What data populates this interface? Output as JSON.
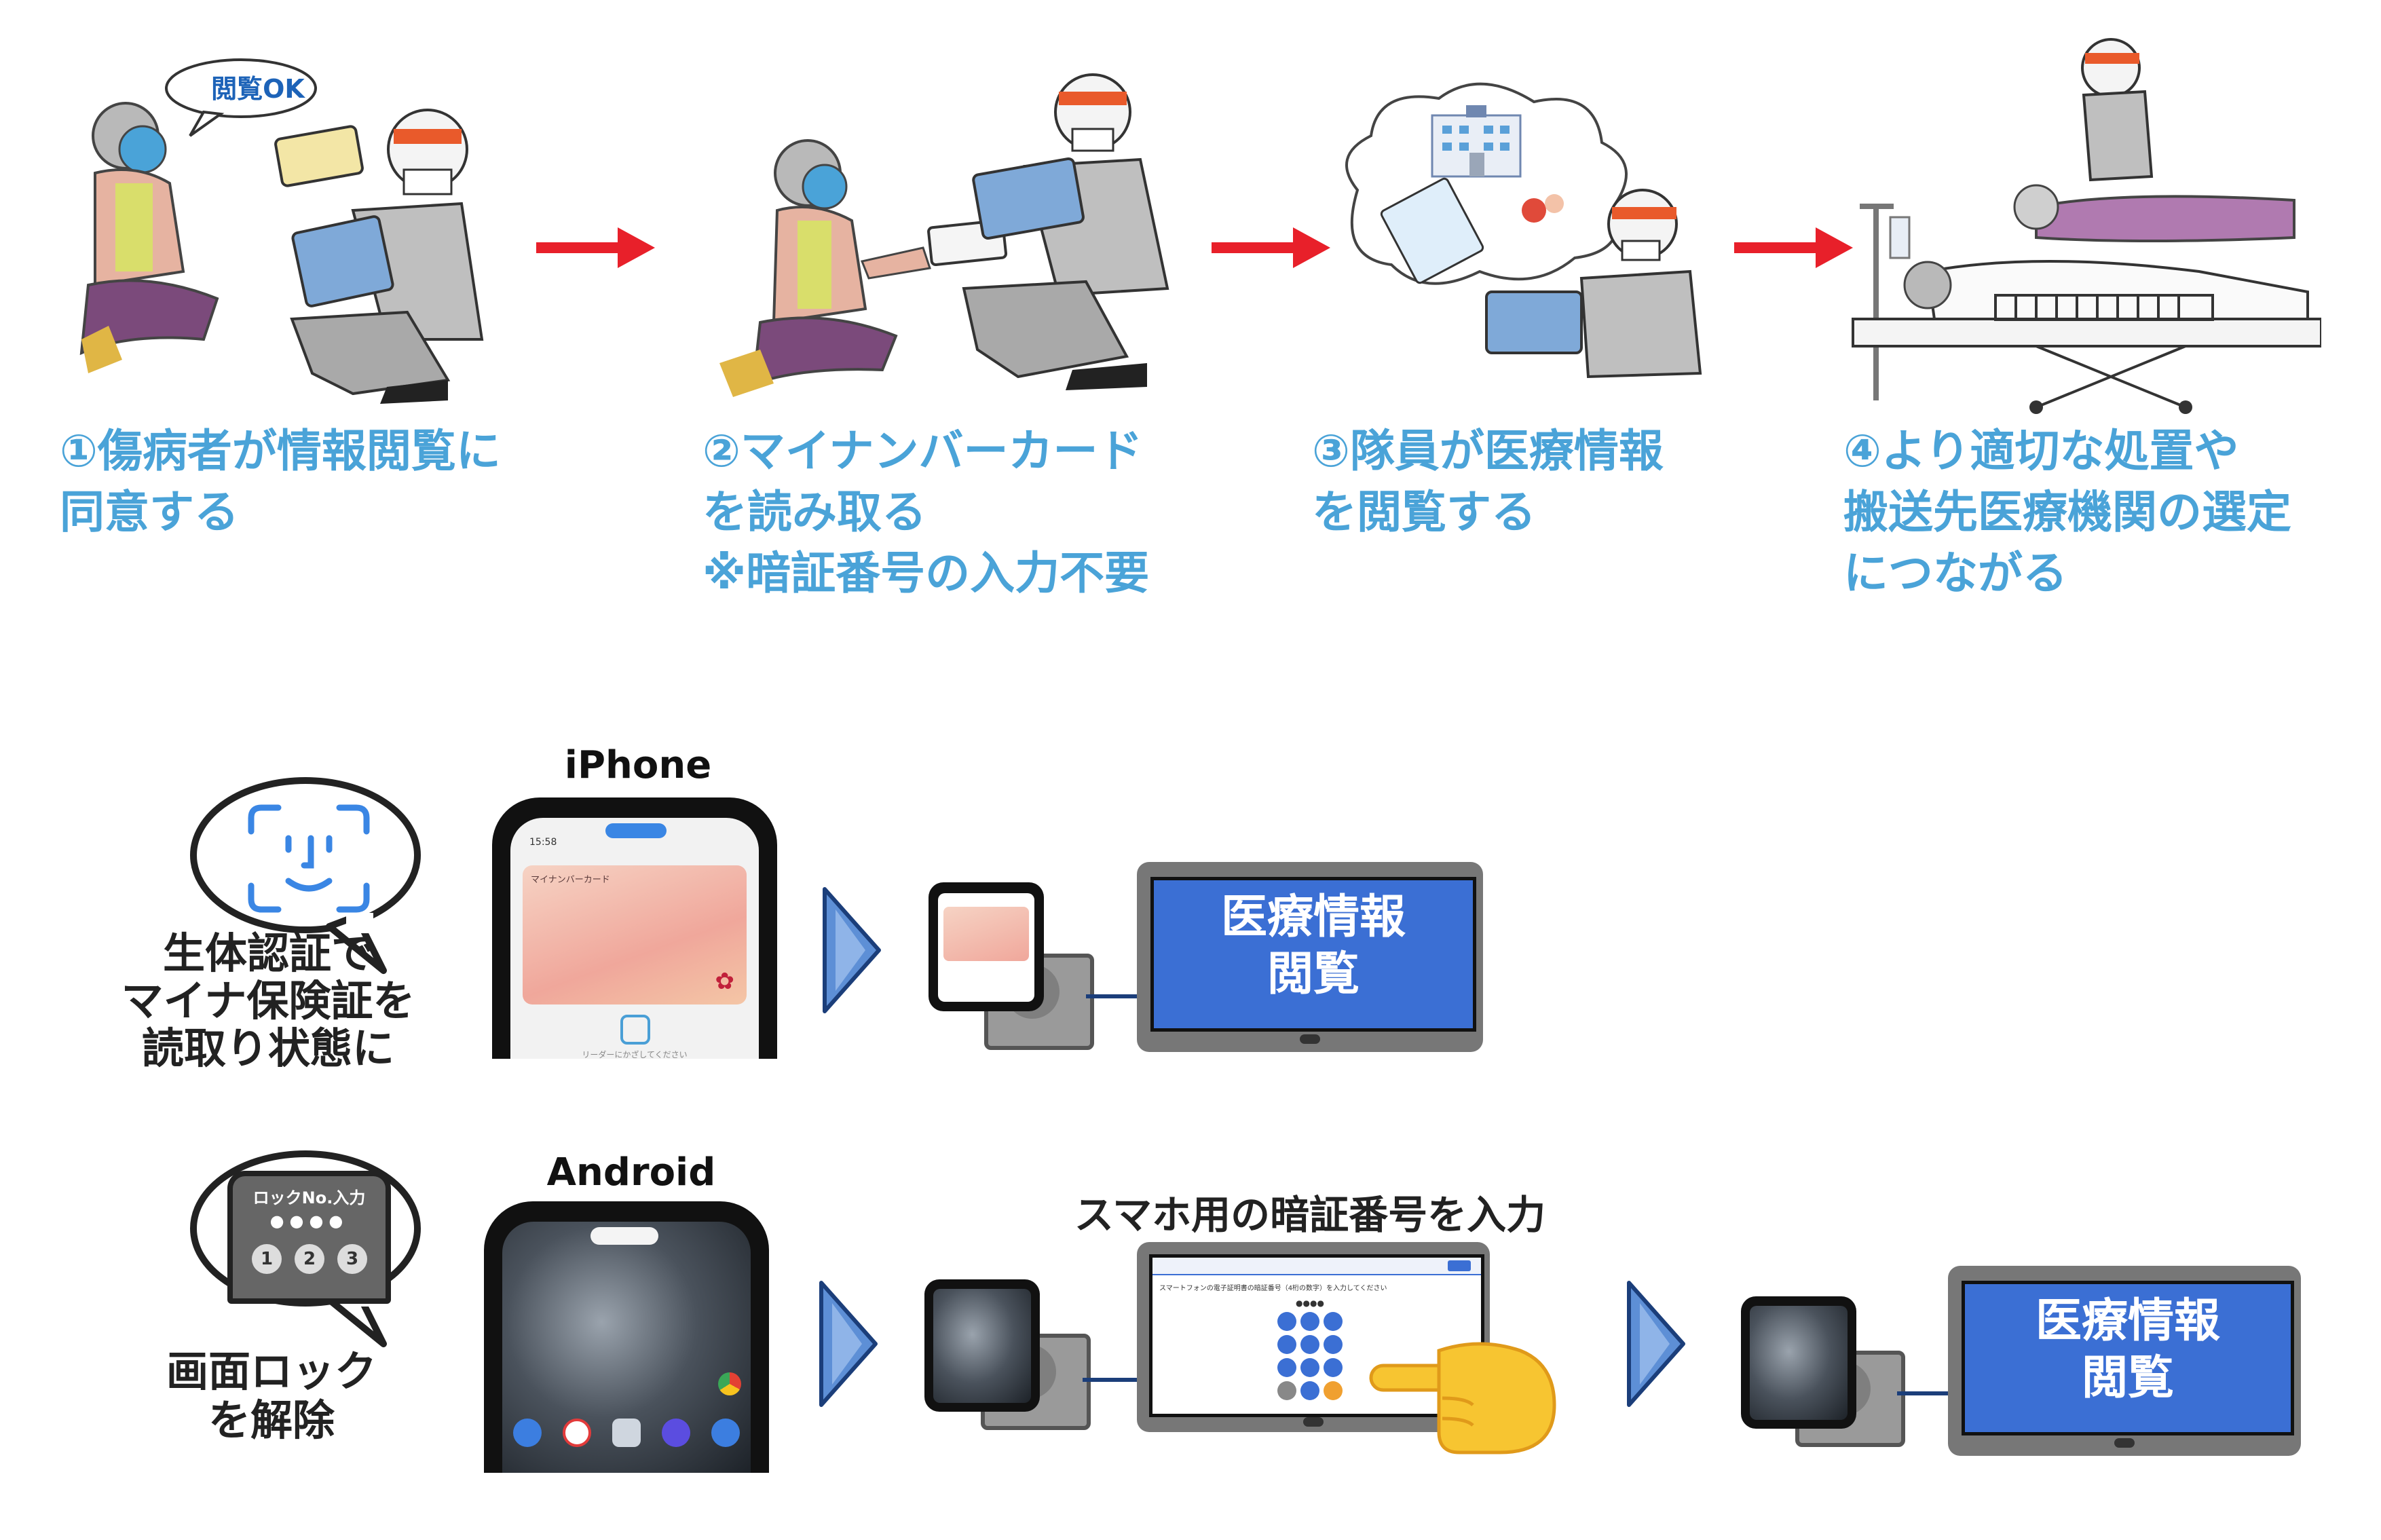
{
  "flow": {
    "bubble_text": "閲覧OK",
    "steps": [
      {
        "text": "①傷病者が情報閲覧に\n同意する"
      },
      {
        "text": "②マイナンバーカード\nを読み取る\n※暗証番号の入力不要"
      },
      {
        "text": "③隊員が医療情報\nを閲覧する"
      },
      {
        "text": "④より適切な処置や\n搬送先医療機関の選定\nにつながる"
      }
    ],
    "colors": {
      "step_text": "#4aa3d8",
      "arrow": "#e8202a"
    }
  },
  "iphone_row": {
    "device_title": "iPhone",
    "caption": "生体認証で\nマイナ保険証を\n読取り状態に",
    "screen_time": "15:58",
    "screen_card_label": "マイナンバーカード",
    "screen_reader_hint": "リーダーにかざしてください",
    "tablet_text": "医療情報\n閲覧"
  },
  "android_row": {
    "device_title": "Android",
    "caption": "画面ロック\nを解除",
    "bubble_title": "ロックNo.入力",
    "bubble_keys": [
      "1",
      "2",
      "3"
    ],
    "pin_title": "スマホ用の暗証番号を入力",
    "pin_screen_header": "スマートフォンの電子証明書の暗証番号（4桁の数字）を入力してください",
    "tablet_text": "医療情報\n閲覧"
  },
  "colors": {
    "tablet_blue": "#3b6fd4",
    "chevron": "#5d8fd6",
    "frame_gray": "#7a7a7a"
  }
}
